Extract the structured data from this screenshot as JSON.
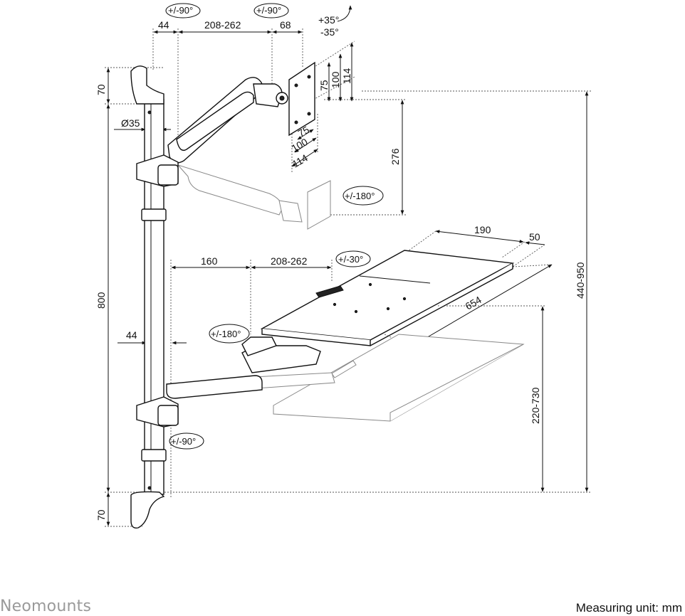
{
  "brand": "Neomounts",
  "measuring_unit": "Measuring unit: mm",
  "dimensions": {
    "top_44": "44",
    "top_208_262": "208-262",
    "top_68": "68",
    "tilt": "+35°",
    "tilt_neg": "-35°",
    "vesa_75_v": "75",
    "vesa_100_v": "100",
    "vesa_114_v": "114",
    "vesa_75_h": "75",
    "vesa_100_h": "100",
    "vesa_114_h": "114",
    "clamp_top_70": "70",
    "pole_dia": "Ø35",
    "height_276": "276",
    "pole_800": "800",
    "tray_190": "190",
    "tray_50": "50",
    "arm_160": "160",
    "arm_208_262": "208-262",
    "tray_654": "654",
    "side_44": "44",
    "range_440_950": "440-950",
    "range_220_730": "220-730",
    "clamp_bottom_70": "70"
  },
  "rotations": {
    "top_left_90": "+/-90°",
    "top_right_90": "+/-90°",
    "monitor_180": "+/-180°",
    "tray_30": "+/-30°",
    "arm_180": "+/-180°",
    "bottom_90": "+/-90°"
  }
}
